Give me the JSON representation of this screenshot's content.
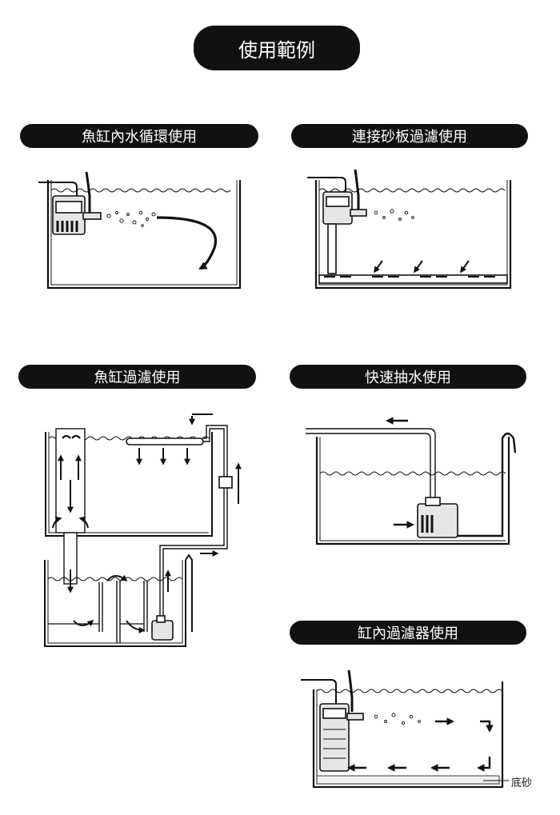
{
  "page": {
    "main_title": "使用範例"
  },
  "sections": [
    {
      "title": "魚缸內水循環使用"
    },
    {
      "title": "連接砂板過濾使用"
    },
    {
      "title": "魚缸過濾使用"
    },
    {
      "title": "快速抽水使用"
    },
    {
      "title": "缸內過濾器使用"
    }
  ],
  "labels": {
    "substrate": "底砂"
  },
  "colors": {
    "ink": "#111111",
    "pump_gray": "#e6e6e6",
    "background": "#ffffff"
  },
  "icons": [
    "pump-icon",
    "arrow-icon",
    "bubbles-icon",
    "wave-line"
  ]
}
